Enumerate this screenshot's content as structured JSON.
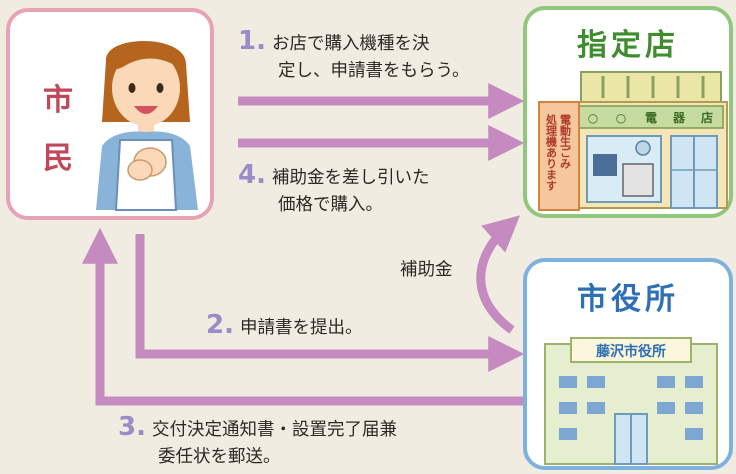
{
  "citizen": {
    "title": [
      "市",
      "民"
    ]
  },
  "store": {
    "title": "指定店",
    "sign": [
      "○",
      "○",
      "電",
      "器",
      "店"
    ],
    "banner": [
      "電動生ごみ",
      "処理機あります"
    ]
  },
  "office": {
    "title": "市役所",
    "building_sign": "藤沢市役所"
  },
  "steps": {
    "s1": {
      "num": "1.",
      "lines": [
        "お店で購入機種を決",
        "定し、申請書をもらう。"
      ]
    },
    "s4": {
      "num": "4.",
      "lines": [
        "補助金を差し引いた",
        "価格で購入。"
      ]
    },
    "s2": {
      "num": "2.",
      "lines": [
        "申請書を提出。"
      ]
    },
    "s3": {
      "num": "3.",
      "lines": [
        "交付決定通知書・設置完了届兼",
        "委任状を郵送。"
      ]
    }
  },
  "subsidy_label": "補助金",
  "colors": {
    "arrow": "#c58bc0",
    "citizen_border": "#e7a2b3",
    "store_border": "#8fc77c",
    "office_border": "#7fb1de"
  }
}
